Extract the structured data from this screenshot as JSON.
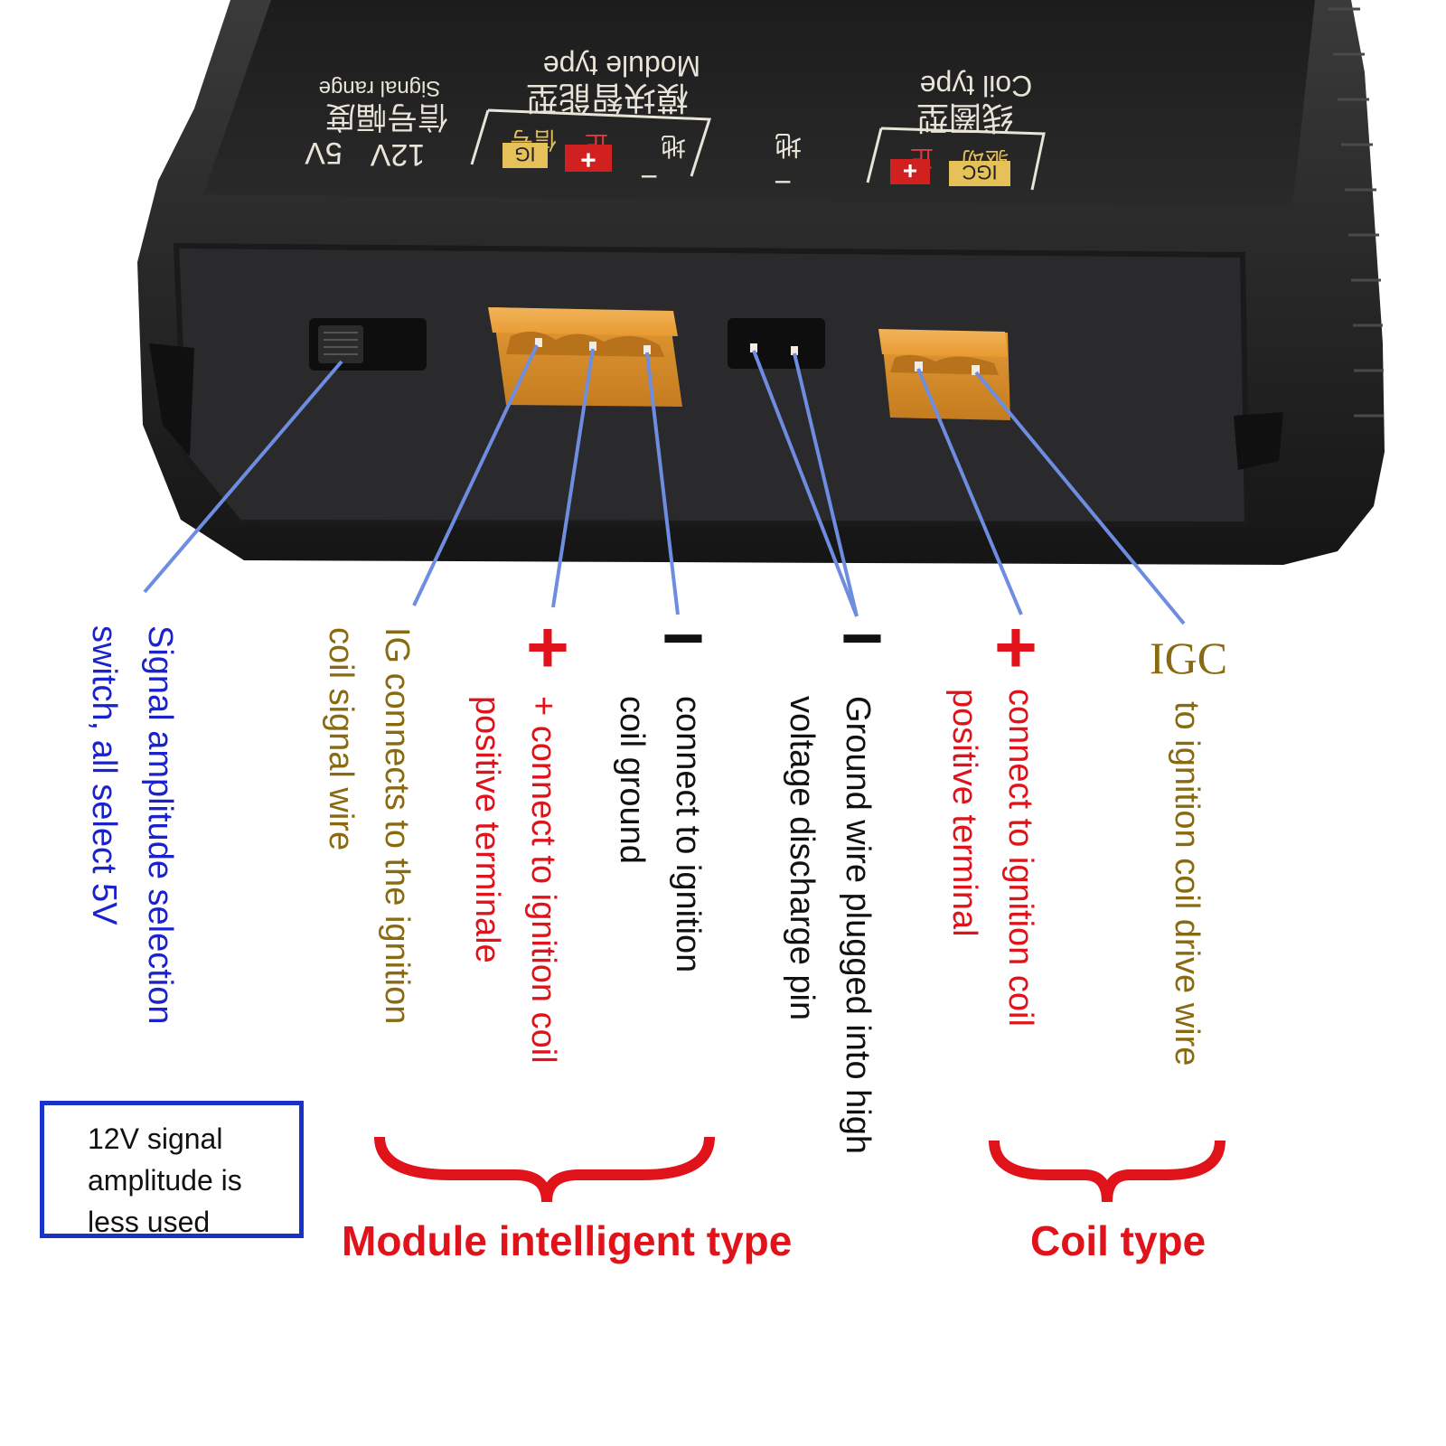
{
  "panel": {
    "signal_range_title_cn": "信号幅度",
    "signal_range_title_en": "Signal range",
    "range_12v": "12V",
    "range_5v": "5V",
    "module_title_cn": "模块智能型",
    "module_title_en": "Module type",
    "module_ground": "地",
    "module_positive": "正",
    "module_signal": "信号",
    "ig_tag": "IG",
    "middle_ground": "地",
    "coil_title_cn": "线圈型",
    "coil_title_en": "Coil type",
    "coil_drive": "驱动",
    "coil_positive": "正",
    "igc_tag": "IGC",
    "minus_sign": "−",
    "plus_sign": "+"
  },
  "annotations": {
    "signal_switch": [
      "Signal amplitude selection",
      "switch, all select 5V"
    ],
    "ig_wire": [
      "IG connects to the ignition",
      "coil signal wire"
    ],
    "module_positive": [
      "+ connect to ignition coil",
      "positive terminale"
    ],
    "module_ground": [
      "connect to ignition",
      "coil ground"
    ],
    "ground_wire": [
      "Ground wire plugged into high",
      "voltage discharge pin"
    ],
    "coil_positive": [
      "connect to ignition coil",
      "positive terminal"
    ],
    "coil_drive": [
      "to ignition coil drive wire"
    ]
  },
  "symbols": {
    "plus_1": "+",
    "minus_1": "−",
    "minus_2": "−",
    "plus_2": "+",
    "igc": "IGC"
  },
  "note": [
    "12V signal",
    "amplitude is",
    "less used"
  ],
  "groups": {
    "module": "Module intelligent type",
    "coil": "Coil type"
  },
  "colors": {
    "blue_text": "#1a22cc",
    "olive_text": "#8a6a10",
    "red_text": "#e0121a",
    "black_text": "#111111",
    "leader_line": "#6f8de0",
    "connector": "#e8a23c"
  }
}
